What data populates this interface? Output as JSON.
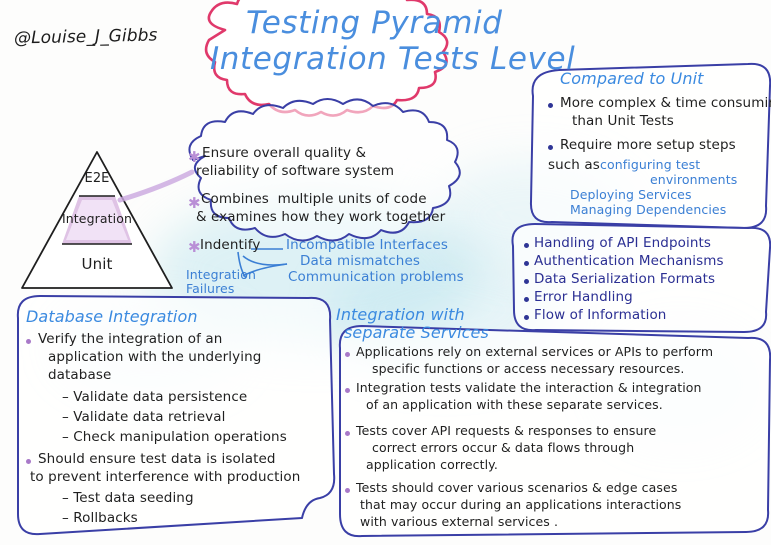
{
  "meta": {
    "author_handle": "@Louise_J_Gibbs",
    "colors": {
      "title_blue": "#4a8ede",
      "title_cloud_outline": "#e0396b",
      "heading_blue": "#3b8ae0",
      "navy_ink": "#2f3596",
      "purple_highlight": "#d9b8e0",
      "purple_bullet": "#a879c8",
      "black_ink": "#1f1f1f",
      "background": "#fdfdfc",
      "watermark_cyan": "#9bd7e6"
    }
  },
  "title": {
    "line1": "Testing Pyramid",
    "line2": "Integration Tests Level"
  },
  "pyramid": {
    "tiers": [
      {
        "label": "E2E",
        "highlighted": false
      },
      {
        "label": "Integration",
        "highlighted": true
      },
      {
        "label": "Unit",
        "highlighted": false
      }
    ]
  },
  "main_cloud": {
    "bullets": [
      {
        "marker": "star",
        "lines": [
          "Ensure overall quality &",
          "reliability of software system"
        ]
      },
      {
        "marker": "star",
        "lines": [
          "Combines  multiple units of code",
          "& examines how they work together"
        ]
      },
      {
        "marker": "star",
        "lines": [
          "Indentify"
        ]
      }
    ],
    "identify_items": [
      "Incompatible Interfaces",
      "Data mismatches",
      "Communication problems"
    ],
    "callout": {
      "line1": "Integration",
      "line2": "Failures"
    }
  },
  "compared_to_unit": {
    "heading": "Compared to Unit",
    "bullets": [
      {
        "lines": [
          "More complex & time consuming",
          "than Unit Tests"
        ]
      },
      {
        "lines": [
          "Require more setup steps",
          "such as"
        ]
      }
    ],
    "sub_items": [
      "configuring test",
      "environments",
      "Deploying Services",
      "Managing Dependencies"
    ]
  },
  "api_aspects": {
    "items": [
      "Handling of API Endpoints",
      "Authentication Mechanisms",
      "Data Serialization Formats",
      "Error Handling",
      "Flow of Information"
    ]
  },
  "database_integration": {
    "heading": "Database Integration",
    "bullets": [
      {
        "lines": [
          "Verify the integration of an",
          "application with the underlying",
          "database"
        ],
        "sub": [
          "Validate data persistence",
          "Validate data retrieval",
          "Check manipulation operations"
        ]
      },
      {
        "lines": [
          "Should ensure test data is isolated",
          "to prevent interference with production"
        ],
        "sub": [
          "Test data seeding",
          "Rollbacks"
        ]
      }
    ]
  },
  "separate_services": {
    "heading_line1": "Integration with",
    "heading_line2": "separate Services",
    "bullets": [
      {
        "lines": [
          "Applications rely on external services or APIs to perform",
          "specific functions or access necessary resources."
        ]
      },
      {
        "lines": [
          "Integration tests validate the interaction & integration",
          "of an application with these separate services."
        ]
      },
      {
        "lines": [
          "Tests cover API requests & responses to ensure",
          "correct errors occur & data flows through",
          "application correctly."
        ]
      },
      {
        "lines": [
          "Tests should cover various scenarios & edge cases",
          "that may occur during an applications interactions",
          "with various external services ."
        ]
      }
    ]
  }
}
